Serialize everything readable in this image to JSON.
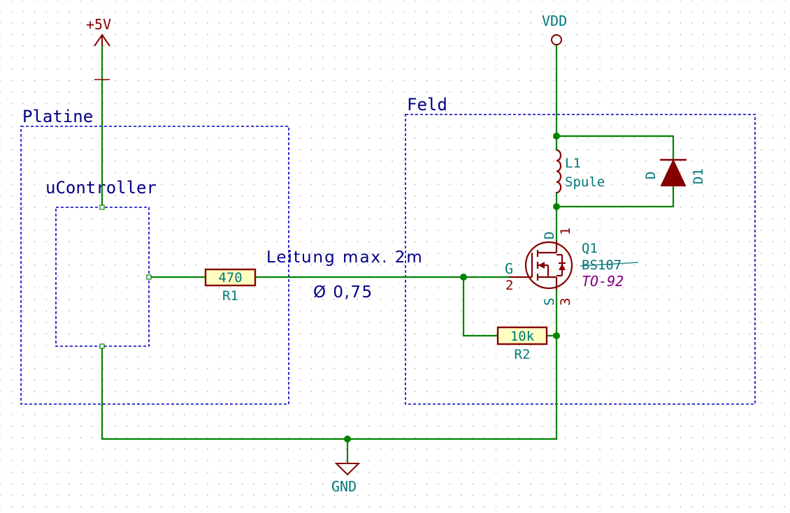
{
  "colors": {
    "background": "#ffffff",
    "grid": "#b4b4b4",
    "wire": "#008400",
    "component": "#840000",
    "component_fill": "#ffffc2",
    "field_text": "#007878",
    "sheet_text": "#000084",
    "sheet_border": "#0000c8",
    "power_text": "#840000",
    "footprint_text": "#840084"
  },
  "sheets": {
    "platine": "Platine",
    "ucontroller": "uController",
    "feld": "Feld"
  },
  "power": {
    "plus5v": "+5V",
    "vdd": "VDD",
    "gnd": "GND"
  },
  "components": {
    "r1": {
      "ref": "R1",
      "value": "470"
    },
    "r2": {
      "ref": "R2",
      "value": "10k"
    },
    "l1": {
      "ref": "L1",
      "value": "Spule"
    },
    "d1": {
      "ref": "D1",
      "value": "D"
    },
    "q1": {
      "ref": "Q1",
      "value": "BS107",
      "footprint": "TO-92",
      "pin_d": "D",
      "pin_g": "G",
      "pin_s": "S",
      "num_d": "1",
      "num_g": "2",
      "num_s": "3"
    }
  },
  "notes": {
    "cable": "Leitung max. 2m",
    "diameter": "Ø 0,75"
  }
}
